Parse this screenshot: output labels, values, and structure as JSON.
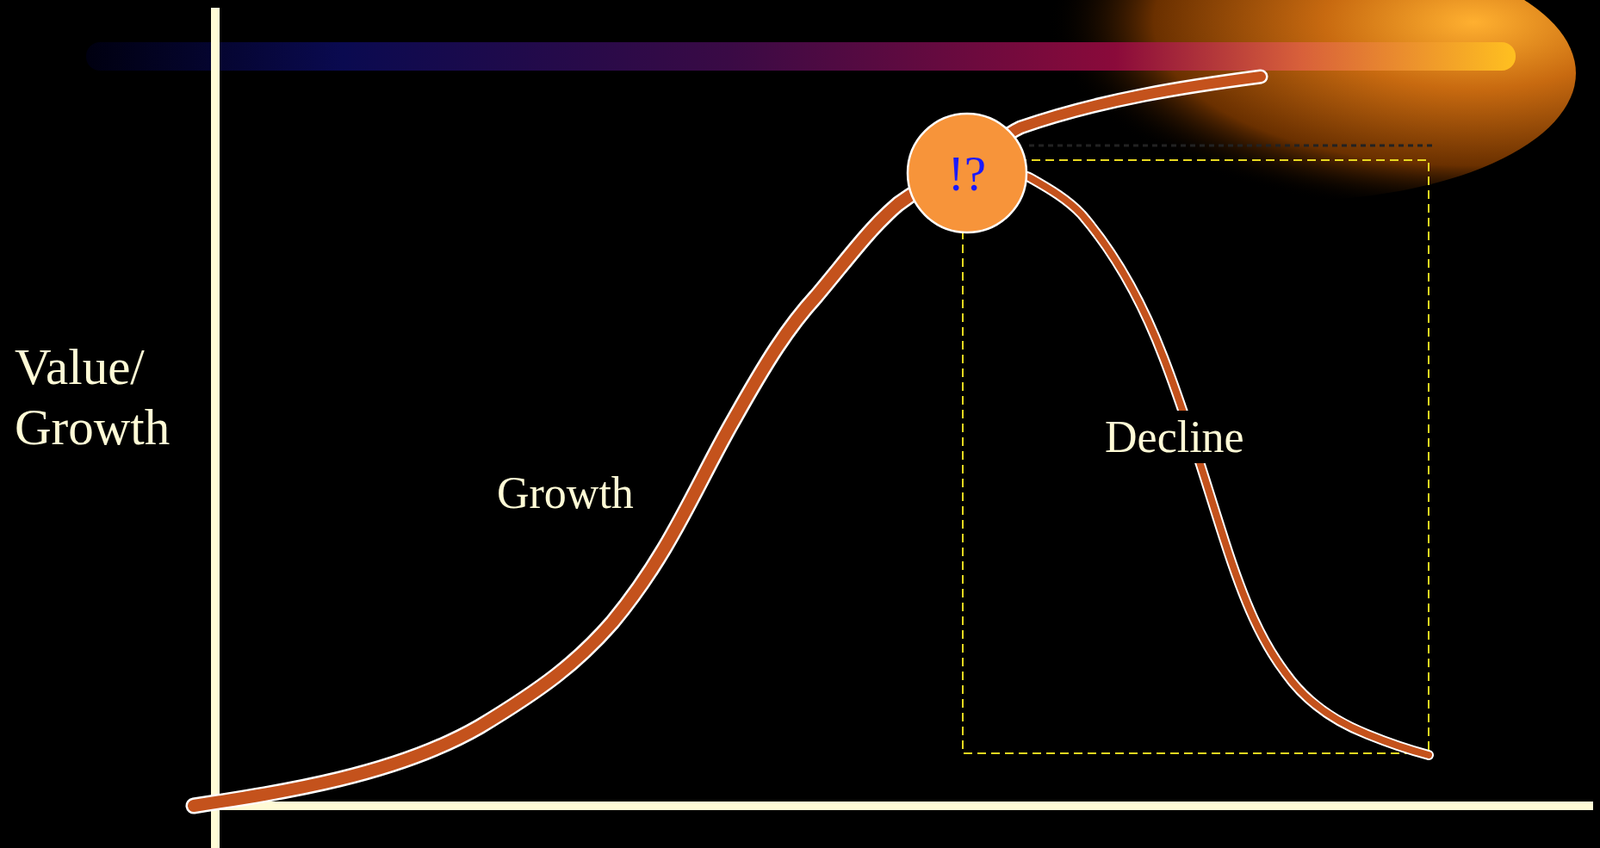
{
  "diagram": {
    "nodes": [
      {
        "text": [
          "!?"
        ]
      }
    ],
    "labels": [
      "Value/ Growth",
      "Growth",
      "Decline"
    ]
  }
}
